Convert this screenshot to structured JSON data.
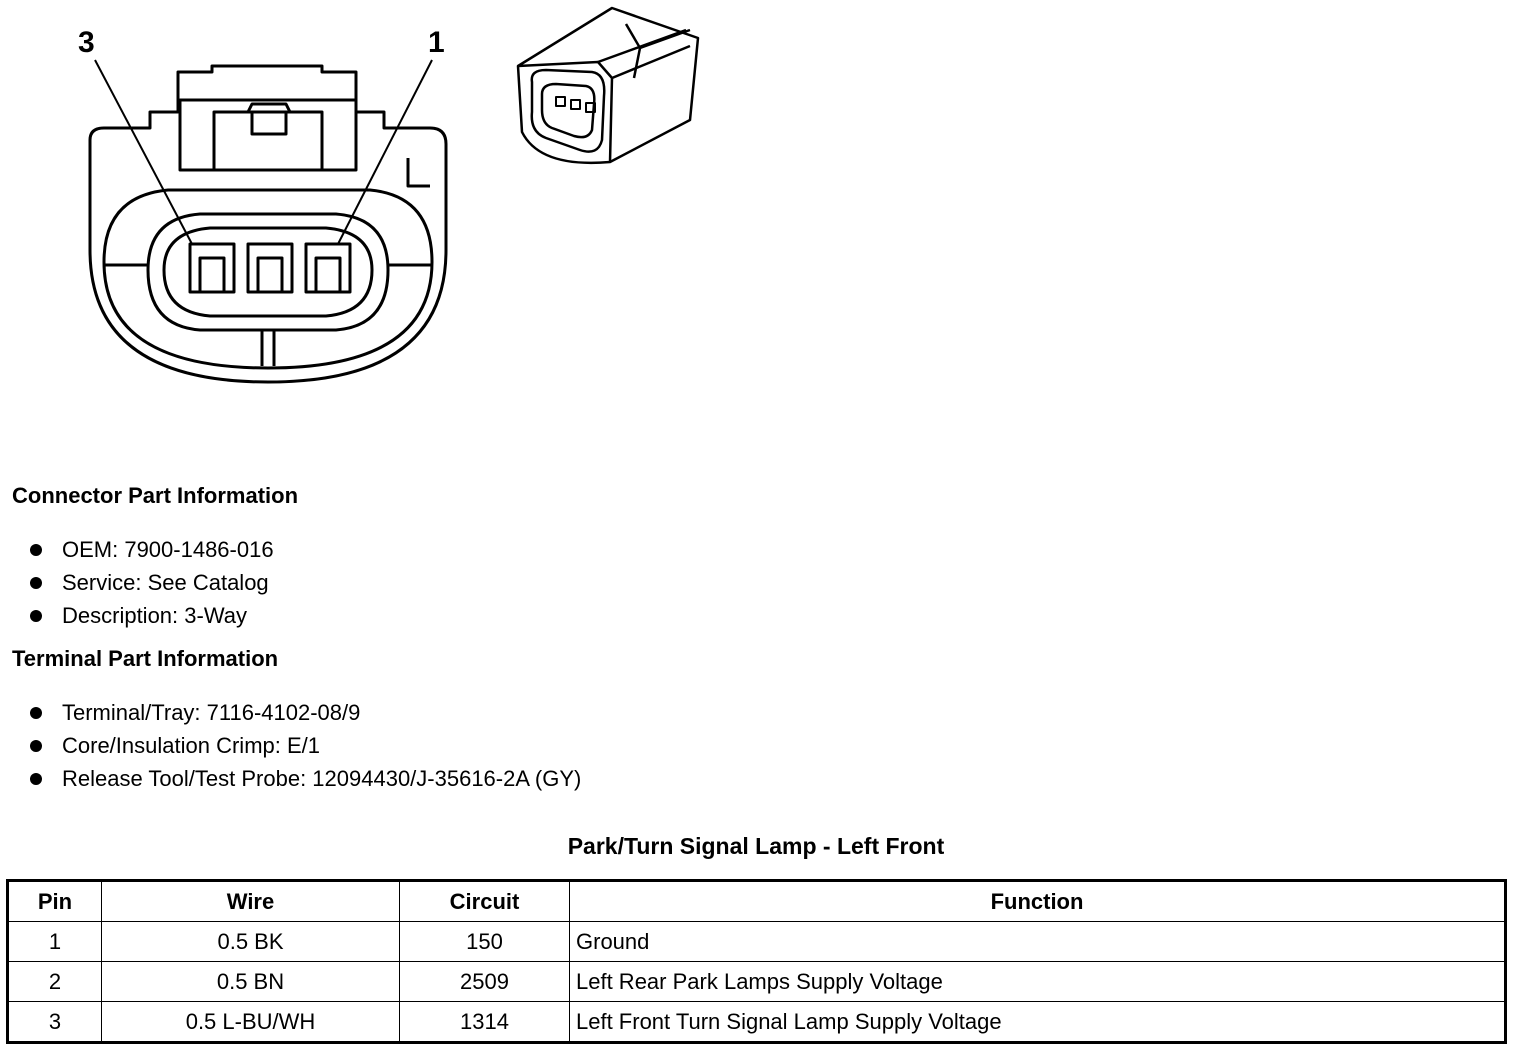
{
  "diagram": {
    "pin_labels": {
      "left": "3",
      "right": "1"
    }
  },
  "connector_section": {
    "title": "Connector Part Information",
    "items": [
      "OEM: 7900-1486-016",
      "Service: See Catalog",
      "Description: 3-Way"
    ]
  },
  "terminal_section": {
    "title": "Terminal Part Information",
    "items": [
      "Terminal/Tray: 7116-4102-08/9",
      "Core/Insulation Crimp: E/1",
      "Release Tool/Test Probe: 12094430/J-35616-2A (GY)"
    ]
  },
  "table": {
    "title": "Park/Turn Signal Lamp - Left Front",
    "headers": [
      "Pin",
      "Wire",
      "Circuit",
      "Function"
    ],
    "rows": [
      [
        "1",
        "0.5 BK",
        "150",
        "Ground"
      ],
      [
        "2",
        "0.5 BN",
        "2509",
        "Left Rear Park Lamps Supply Voltage"
      ],
      [
        "3",
        "0.5 L-BU/WH",
        "1314",
        "Left Front Turn Signal Lamp Supply Voltage"
      ]
    ]
  }
}
